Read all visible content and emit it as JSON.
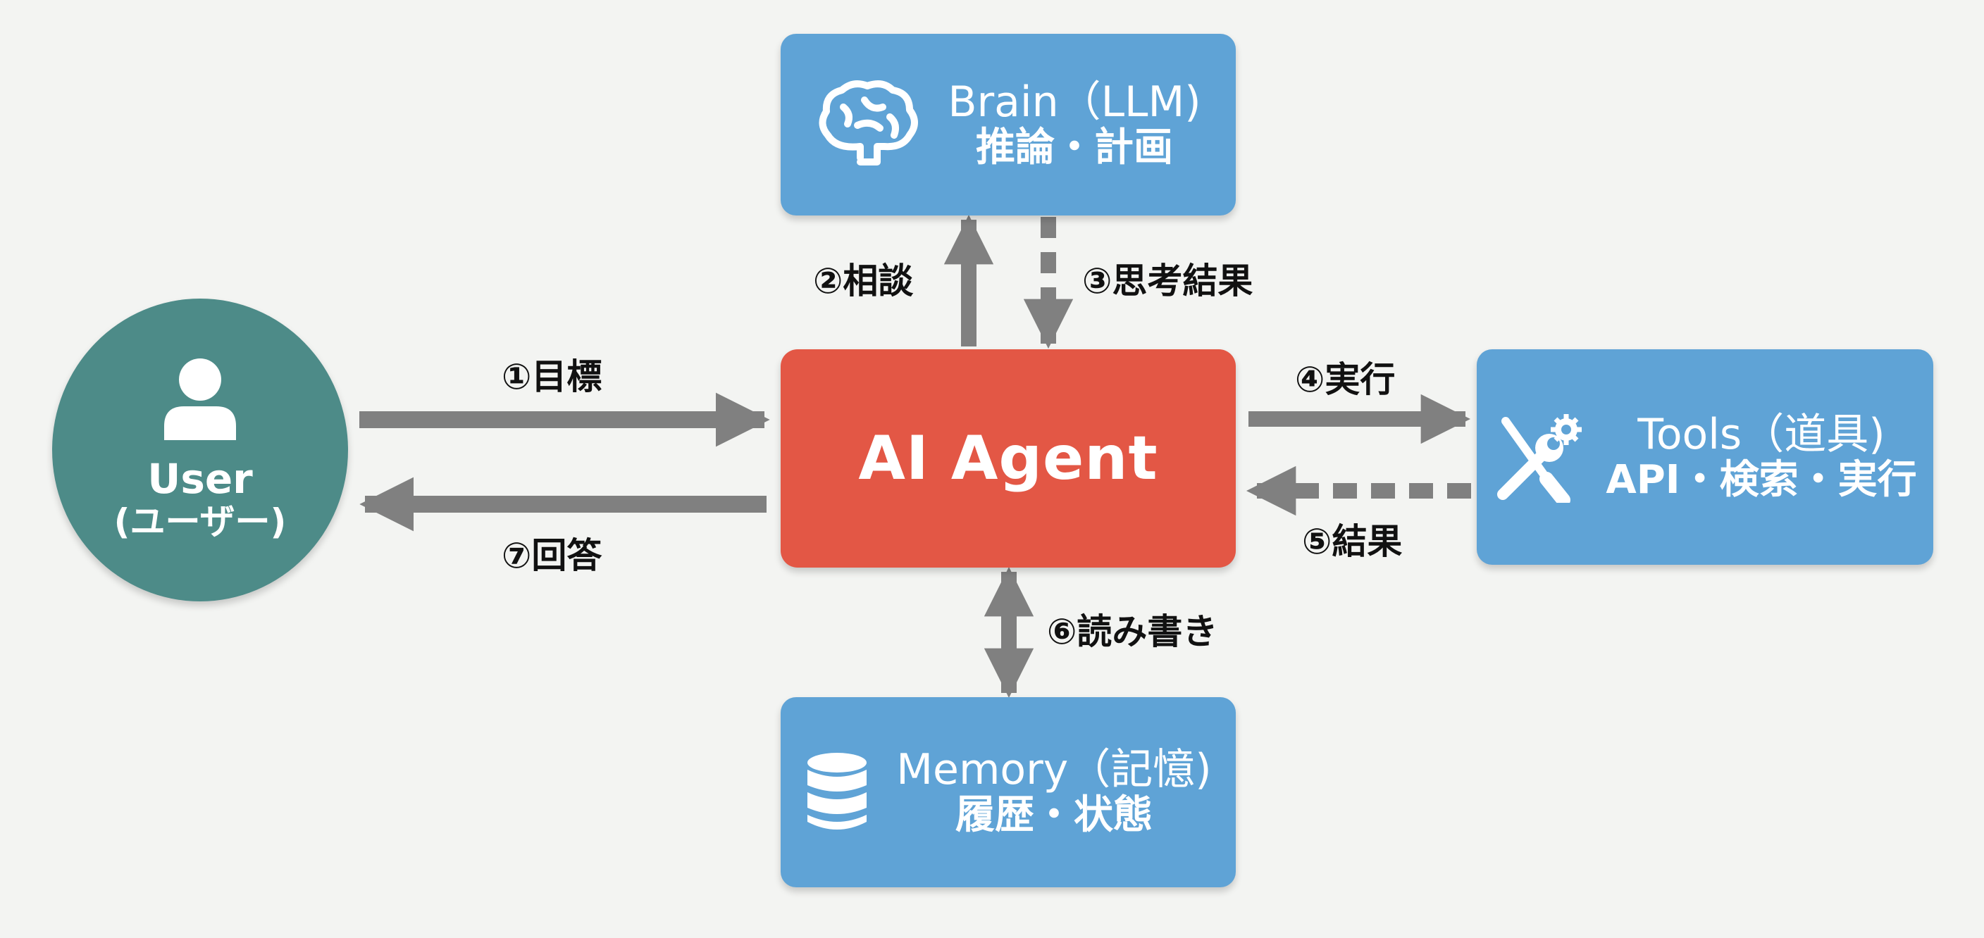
{
  "colors": {
    "background": "#f3f4f2",
    "module_box": "#5fa3d6",
    "agent_box": "#e35745",
    "user_circle": "#4d8b88",
    "arrow": "#808080"
  },
  "nodes": {
    "user": {
      "title": "User",
      "subtitle": "(ユーザー)",
      "icon": "person-icon"
    },
    "agent": {
      "title": "AI Agent"
    },
    "brain": {
      "title": "Brain（LLM)",
      "subtitle": "推論・計画",
      "icon": "brain-icon"
    },
    "tools": {
      "title": "Tools（道具)",
      "subtitle": "API・検索・実行",
      "icon": "tools-icon"
    },
    "memory": {
      "title": "Memory（記憶)",
      "subtitle": "履歴・状態",
      "icon": "database-icon"
    }
  },
  "edges": [
    {
      "id": "goal",
      "from": "user",
      "to": "agent",
      "label": "①目標",
      "style": "solid"
    },
    {
      "id": "consult",
      "from": "agent",
      "to": "brain",
      "label": "②相談",
      "style": "solid"
    },
    {
      "id": "thought",
      "from": "brain",
      "to": "agent",
      "label": "③思考結果",
      "style": "dashed"
    },
    {
      "id": "execute",
      "from": "agent",
      "to": "tools",
      "label": "④実行",
      "style": "solid"
    },
    {
      "id": "result",
      "from": "tools",
      "to": "agent",
      "label": "⑤結果",
      "style": "dashed"
    },
    {
      "id": "readwrite",
      "from": "agent",
      "to": "memory",
      "label": "⑥読み書き",
      "style": "bidirectional"
    },
    {
      "id": "answer",
      "from": "agent",
      "to": "user",
      "label": "⑦回答",
      "style": "solid"
    }
  ]
}
